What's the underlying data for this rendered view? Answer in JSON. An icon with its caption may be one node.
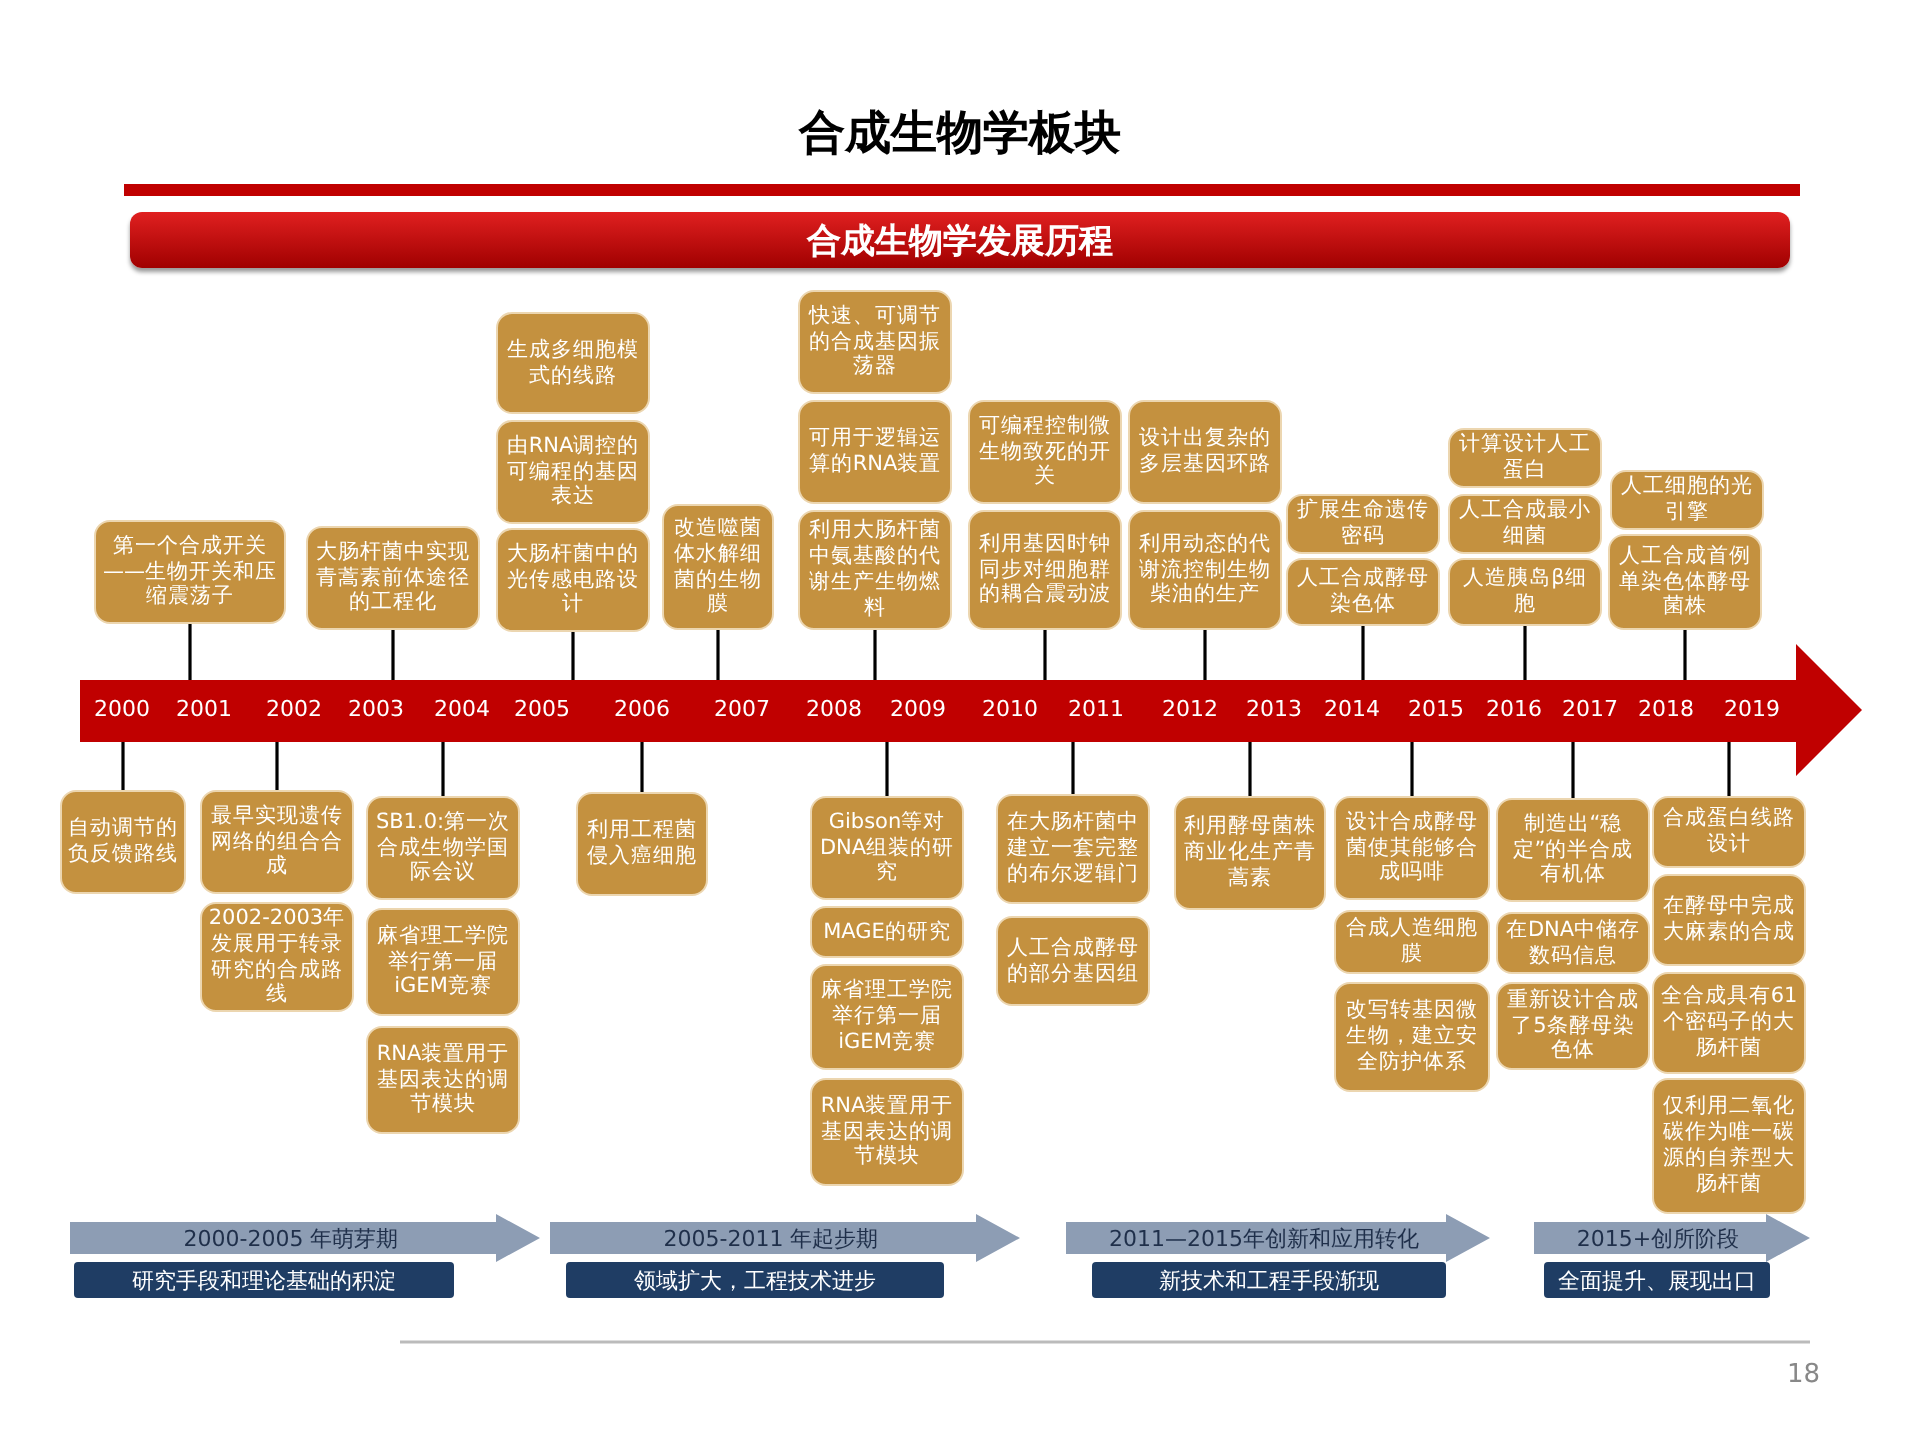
{
  "diagram": {
    "title": "合成生物学板块",
    "nodes": [
      {
        "text": [
          "合成生物学发展历程"
        ]
      },
      {
        "text": [
          "第一个合成开关——生物开关和压缩震荡子"
        ]
      },
      {
        "text": [
          "大肠杆菌中实现青蒿素前体途径的工程化"
        ]
      },
      {
        "text": [
          "生成多细胞模式的线路"
        ]
      },
      {
        "text": [
          "由RNA调控的可编程的基因表达"
        ]
      },
      {
        "text": [
          "大肠杆菌中的光传感电路设计"
        ]
      },
      {
        "text": [
          "改造噬菌体水解细菌的生物膜"
        ]
      },
      {
        "text": [
          "快速、可调节的合成基因振荡器"
        ]
      },
      {
        "text": [
          "可用于逻辑运算的RNA装置"
        ]
      },
      {
        "text": [
          "利用大肠杆菌中氨基酸的代谢生产生物燃料"
        ]
      },
      {
        "text": [
          "可编程控制微生物致死的开关"
        ]
      },
      {
        "text": [
          "利用基因时钟同步对细胞群的耦合震动波"
        ]
      },
      {
        "text": [
          "设计出复杂的多层基因环路"
        ]
      },
      {
        "text": [
          "利用动态的代谢流控制生物柴油的生产"
        ]
      },
      {
        "text": [
          "扩展生命遗传密码"
        ]
      },
      {
        "text": [
          "人工合成酵母染色体"
        ]
      },
      {
        "text": [
          "计算设计人工蛋白"
        ]
      },
      {
        "text": [
          "人工合成最小细菌"
        ]
      },
      {
        "text": [
          "人造胰岛β细胞"
        ]
      },
      {
        "text": [
          "人工细胞的光引擎"
        ]
      },
      {
        "text": [
          "人工合成首例单染色体酵母菌株"
        ]
      },
      {
        "text": [
          "自动调节的负反馈路线"
        ]
      },
      {
        "text": [
          "最早实现遗传网络的组合合成"
        ]
      },
      {
        "text": [
          "2002-2003年发展用于转录研究的合成路线"
        ]
      },
      {
        "text": [
          "SB1.0:第一次合成生物学国际会议"
        ]
      },
      {
        "text": [
          "麻省理工学院举行第一届iGEM竞赛"
        ]
      },
      {
        "text": [
          "RNA装置用于基因表达的调节模块"
        ]
      },
      {
        "text": [
          "利用工程菌侵入癌细胞"
        ]
      },
      {
        "text": [
          "Gibson等对DNA组装的研究"
        ]
      },
      {
        "text": [
          "MAGE的研究"
        ]
      },
      {
        "text": [
          "麻省理工学院举行第一届iGEM竞赛"
        ]
      },
      {
        "text": [
          "RNA装置用于基因表达的调节模块"
        ]
      },
      {
        "text": [
          "在大肠杆菌中建立一套完整的布尔逻辑门"
        ]
      },
      {
        "text": [
          "人工合成酵母的部分基因组"
        ]
      },
      {
        "text": [
          "利用酵母菌株商业化生产青蒿素"
        ]
      },
      {
        "text": [
          "设计合成酵母菌使其能够合成吗啡"
        ]
      },
      {
        "text": [
          "合成人造细胞膜"
        ]
      },
      {
        "text": [
          "改写转基因微生物，建立安全防护体系"
        ]
      },
      {
        "text": [
          "制造出“稳定”的半合成有机体"
        ]
      },
      {
        "text": [
          "在DNA中储存数码信息"
        ]
      },
      {
        "text": [
          "重新设计合成了5条酵母染色体"
        ]
      },
      {
        "text": [
          "合成蛋白线路设计"
        ]
      },
      {
        "text": [
          "在酵母中完成大麻素的合成"
        ]
      },
      {
        "text": [
          "全合成具有61个密码子的大肠杆菌"
        ]
      },
      {
        "text": [
          "仅利用二氧化碳作为唯一碳源的自养型大肠杆菌"
        ]
      },
      {
        "text": [
          "2000-2005 年萌芽期"
        ]
      },
      {
        "text": [
          "研究手段和理论基础的积淀"
        ]
      },
      {
        "text": [
          "2005-2011 年起步期"
        ]
      },
      {
        "text": [
          "领域扩大，工程技术进步"
        ]
      },
      {
        "text": [
          "2011—2015年创新和应用转化"
        ]
      },
      {
        "text": [
          "新技术和工程手段渐现"
        ]
      },
      {
        "text": [
          "2015+创所阶段"
        ]
      },
      {
        "text": [
          "全面提升、展现出口"
        ]
      },
      {
        "text": [
          "2000",
          "2001",
          "2002",
          "2003",
          "2004",
          "2005",
          "2006",
          "2007",
          "2008",
          "2009",
          "2010",
          "2011",
          "2012",
          "2013",
          "2014",
          "2015",
          "2016",
          "2017",
          "2018",
          "2019"
        ]
      }
    ],
    "edges": [
      {
        "from": 1,
        "to": 53,
        "arrow": "none"
      },
      {
        "from": 2,
        "to": 53,
        "arrow": "none"
      },
      {
        "from": 5,
        "to": 53,
        "arrow": "none"
      },
      {
        "from": 6,
        "to": 53,
        "arrow": "none"
      },
      {
        "from": 9,
        "to": 53,
        "arrow": "none"
      },
      {
        "from": 11,
        "to": 53,
        "arrow": "none"
      },
      {
        "from": 13,
        "to": 53,
        "arrow": "none"
      },
      {
        "from": 15,
        "to": 53,
        "arrow": "none"
      },
      {
        "from": 18,
        "to": 53,
        "arrow": "none"
      },
      {
        "from": 20,
        "to": 53,
        "arrow": "none"
      },
      {
        "from": 21,
        "to": 53,
        "arrow": "none"
      },
      {
        "from": 22,
        "to": 53,
        "arrow": "none"
      },
      {
        "from": 24,
        "to": 53,
        "arrow": "none"
      },
      {
        "from": 27,
        "to": 53,
        "arrow": "none"
      },
      {
        "from": 28,
        "to": 53,
        "arrow": "none"
      },
      {
        "from": 32,
        "to": 53,
        "arrow": "none"
      },
      {
        "from": 34,
        "to": 53,
        "arrow": "none"
      },
      {
        "from": 35,
        "to": 53,
        "arrow": "none"
      },
      {
        "from": 38,
        "to": 53,
        "arrow": "none"
      },
      {
        "from": 41,
        "to": 53,
        "arrow": "none"
      }
    ],
    "labels": [
      "18"
    ]
  }
}
